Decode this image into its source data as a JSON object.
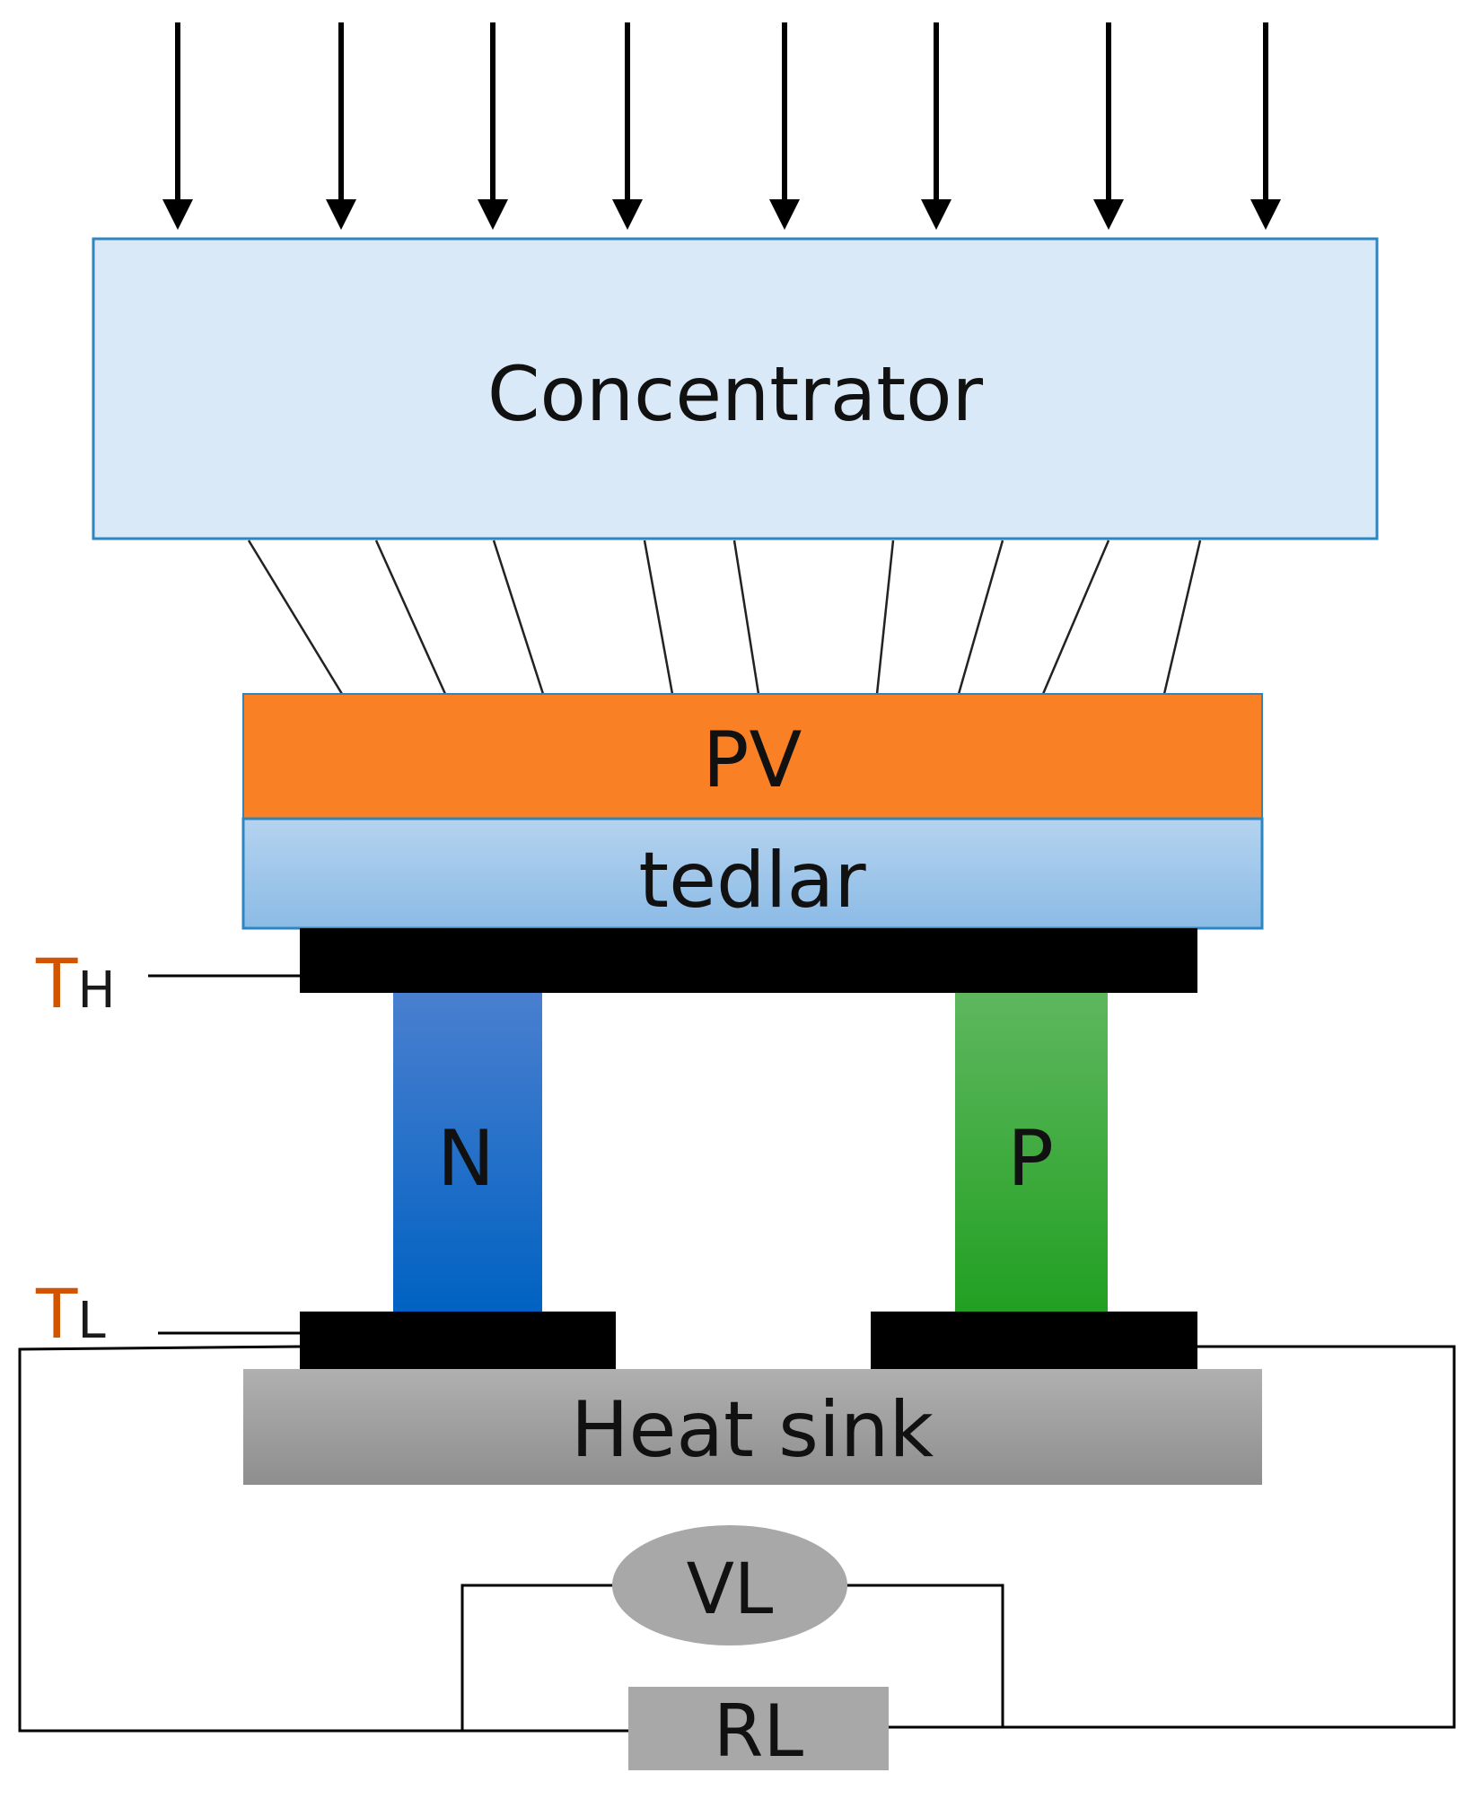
{
  "labels": {
    "concentrator": "Concentrator",
    "pv": "PV",
    "tedlar": "tedlar",
    "n_leg": "N",
    "p_leg": "P",
    "heat_sink": "Heat sink",
    "t_hot_main": "T",
    "t_hot_sub": "H",
    "t_low_main": "T",
    "t_low_sub": "L",
    "voltmeter": "VL",
    "load_resistor": "RL"
  },
  "colors": {
    "concentrator_fill": "#dae9f7",
    "concentrator_stroke": "#2e86c1",
    "pv_fill": "#f98025",
    "tedlar_top": "#b5d3ef",
    "tedlar_bottom": "#8bbbe6",
    "n_leg_top": "#4a7fcf",
    "n_leg_bottom": "#0062c2",
    "p_leg_top": "#5eb75e",
    "p_leg_bottom": "#22a022",
    "electrode": "#000000",
    "heat_sink_top": "#b0b0b0",
    "heat_sink_bottom": "#8e8e8e",
    "meter_fill": "#a8a8a8",
    "t_label_main": "#d35400",
    "t_label_sub": "#1a1a1a"
  },
  "icons": {
    "incoming_light": "down-arrow-icon",
    "focused_rays": "ray-line",
    "voltmeter": "ellipse-meter-icon",
    "resistor": "rectangle-resistor-icon"
  }
}
